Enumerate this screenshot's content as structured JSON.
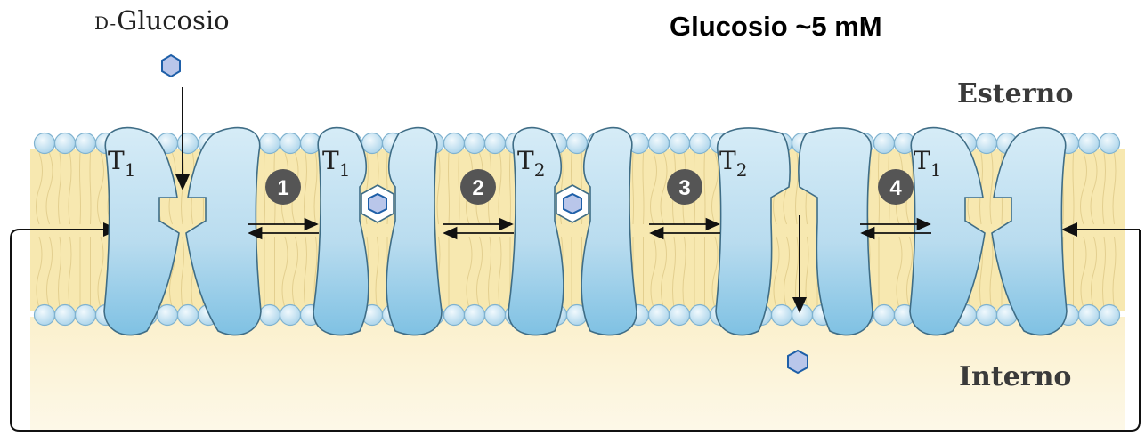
{
  "diagram": {
    "title": "Glucosio ~5 mM",
    "glucose_label_prefix": "D-",
    "glucose_label_name": "Glucosio",
    "outside_label": "Esterno",
    "inside_label": "Interno",
    "transporters": [
      {
        "state": "T",
        "sub": "1"
      },
      {
        "state": "T",
        "sub": "1"
      },
      {
        "state": "T",
        "sub": "2"
      },
      {
        "state": "T",
        "sub": "2"
      },
      {
        "state": "T",
        "sub": "1"
      }
    ],
    "steps": [
      "1",
      "2",
      "3",
      "4"
    ]
  },
  "colors": {
    "lipid_band": "#f7e8b0",
    "inside_fill": "#fbf3d8",
    "head_group": "#bfe0f0",
    "protein": "#b9dcef",
    "protein_dark": "#7fc1e3",
    "glucose_fill": "#b9c6ea",
    "glucose_stroke": "#1e5fa8",
    "step_badge": "#555555"
  },
  "icons": [
    "glucose-hexagon-icon",
    "equilibrium-arrow-icon"
  ]
}
